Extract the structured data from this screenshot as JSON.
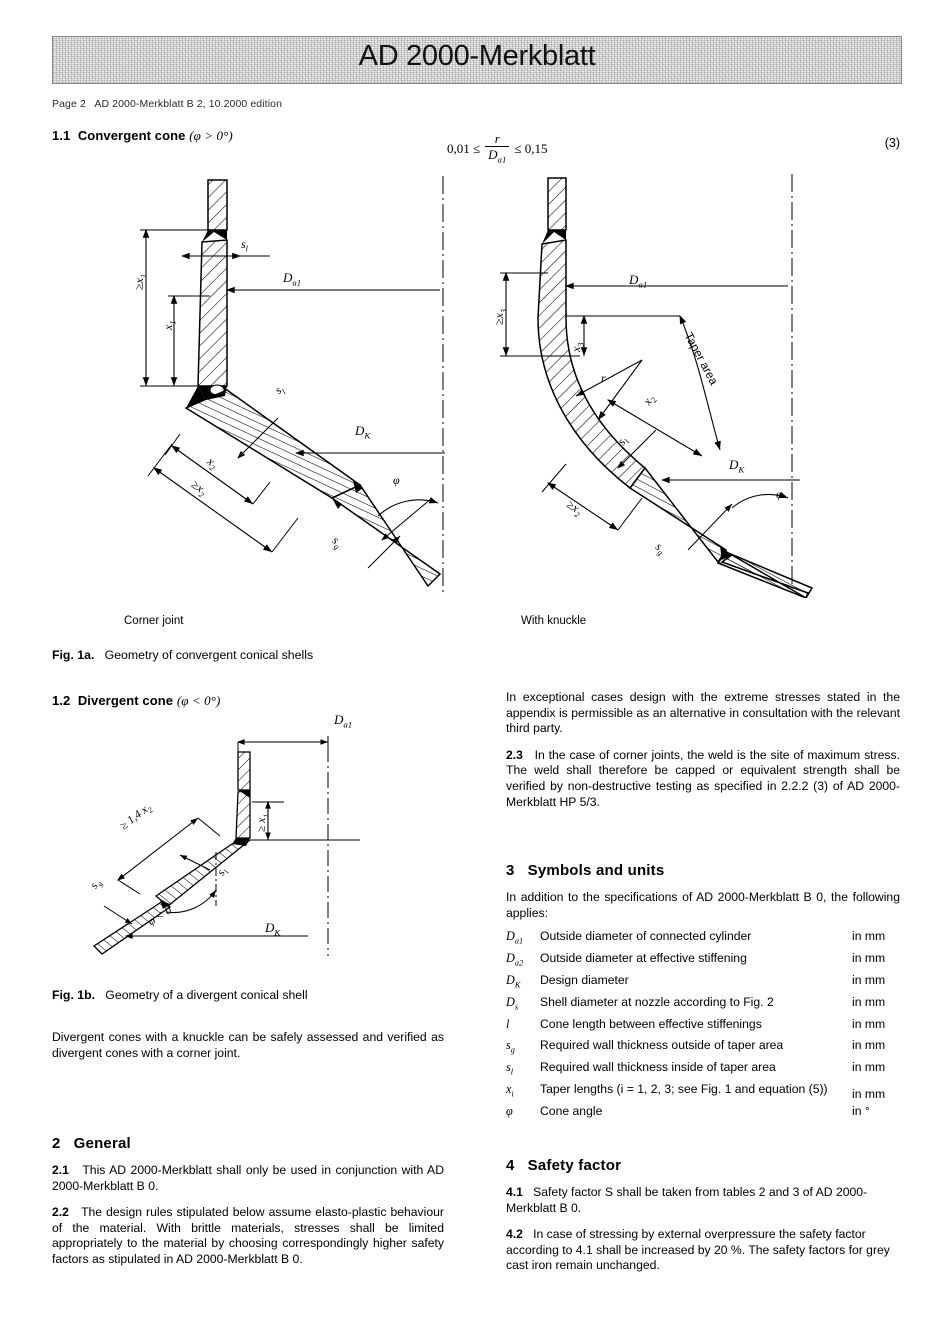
{
  "header": {
    "banner_title": "AD 2000-Merkblatt",
    "page_line": "Page 2   AD 2000-Merkblatt B 2, 10.2000 edition"
  },
  "section_1_1": {
    "number": "1.1",
    "title": "Convergent cone",
    "condition": "(φ > 0°)"
  },
  "equation_3": {
    "left": "0,01 ≤",
    "numerator": "r",
    "denominator": "D",
    "denominator_sub": "a1",
    "right": "≤ 0,15",
    "number": "(3)"
  },
  "figure_1a": {
    "caption_label": "Fig. 1a.",
    "caption_text": "Geometry of convergent conical shells",
    "sub_caption_left": "Corner joint",
    "sub_caption_right": "With knuckle",
    "labels_left": {
      "s_l": "s",
      "s_l_sub": "l",
      "d_a1": "D",
      "d_a1_sub": "a1",
      "ge_x1": "≥x",
      "ge_x1_sub": "1",
      "x1": "x",
      "x1_sub": "1",
      "s_l2": "s",
      "s_l2_sub": "l",
      "d_k": "D",
      "d_k_sub": "K",
      "x2": "x",
      "x2_sub": "2",
      "ge_x2": "≥x",
      "ge_x2_sub": "2",
      "s_g": "s",
      "s_g_sub": "g",
      "phi": "φ"
    },
    "labels_right": {
      "d_a1": "D",
      "d_a1_sub": "a1",
      "ge_x3": "≥x",
      "ge_x3_sub": "3",
      "x3": "x",
      "x3_sub": "3",
      "r": "r",
      "taper_area": "Taper area",
      "x2": "x",
      "x2_sub": "2",
      "s_l": "s",
      "s_l_sub": "l",
      "ge_x2": "≥x",
      "ge_x2_sub": "2",
      "d_k": "D",
      "d_k_sub": "K",
      "s_g": "s",
      "s_g_sub": "g",
      "phi": "φ"
    }
  },
  "section_1_2": {
    "number": "1.2",
    "title": "Divergent cone",
    "condition": "(φ < 0°)"
  },
  "figure_1b": {
    "caption_label": "Fig. 1b.",
    "caption_text": "Geometry of a divergent conical shell",
    "labels": {
      "d_a1": "D",
      "d_a1_sub": "a1",
      "ge_x1": "≥ x",
      "ge_x1_sub": "1",
      "ge_14x2": "≥ 1,4 x",
      "ge_14x2_sub": "2",
      "s_l": "s",
      "s_l_sub": "l",
      "s_g": "s",
      "s_g_sub": "g",
      "phi_lt_0": "φ < 0",
      "d_k": "D",
      "d_k_sub": "K"
    }
  },
  "left_column": {
    "divergent_note": "Divergent cones with a knuckle can be safely assessed and verified as divergent cones with a corner joint.",
    "section_2": {
      "number": "2",
      "title": "General",
      "paragraphs": [
        {
          "number": "2.1",
          "text": "This AD 2000-Merkblatt shall only be used in conjunction with AD 2000-Merkblatt B 0."
        },
        {
          "number": "2.2",
          "text": "The design rules stipulated below assume elasto-plastic behaviour of the material. With brittle materials, stresses shall be limited appropriately to the material by choosing correspondingly higher safety factors as stipulated in AD 2000-Merkblatt B 0."
        }
      ]
    }
  },
  "right_column": {
    "intro_paragraph": "In exceptional cases design with the extreme stresses stated in the appendix is permissible as an alternative in consultation with the relevant third party.",
    "paragraph_2_3": {
      "number": "2.3",
      "text": "In the case of corner joints, the weld is the site of maximum stress. The weld shall therefore be capped or equivalent strength shall be verified by non-destructive testing as specified in 2.2.2 (3) of AD 2000-Merkblatt HP 5/3."
    },
    "section_3": {
      "number": "3",
      "title": "Symbols and units",
      "intro": "In addition to the specifications of AD 2000-Merkblatt B 0, the following applies:",
      "symbols": [
        {
          "symbol": "D",
          "sub": "a1",
          "description": "Outside diameter of connected cylinder",
          "unit": "in mm"
        },
        {
          "symbol": "D",
          "sub": "a2",
          "description": "Outside diameter at effective stiffening",
          "unit": "in mm"
        },
        {
          "symbol": "D",
          "sub": "K",
          "description": "Design diameter",
          "unit": "in mm"
        },
        {
          "symbol": "D",
          "sub": "s",
          "description": "Shell diameter at nozzle according to Fig. 2",
          "unit": "in mm"
        },
        {
          "symbol": "l",
          "sub": "",
          "description": "Cone length between effective stiffenings",
          "unit": "in mm"
        },
        {
          "symbol": "s",
          "sub": "g",
          "description": "Required wall thickness outside of taper area",
          "unit": "in mm"
        },
        {
          "symbol": "s",
          "sub": "l",
          "description": "Required wall thickness inside of taper area",
          "unit": "in mm"
        },
        {
          "symbol": "x",
          "sub": "i",
          "description": "Taper lengths (i = 1, 2, 3; see Fig. 1 and equation (5))",
          "unit": "in mm"
        },
        {
          "symbol": "φ",
          "sub": "",
          "description": "Cone angle",
          "unit": "in °"
        }
      ]
    },
    "section_4": {
      "number": "4",
      "title": "Safety factor",
      "paragraphs": [
        {
          "number": "4.1",
          "text": "Safety factor S shall be taken from tables 2 and 3 of AD 2000-Merkblatt B 0."
        },
        {
          "number": "4.2",
          "text": "In case of stressing by external overpressure the safety factor according to 4.1 shall be increased by 20 %. The safety factors for grey cast iron remain unchanged."
        }
      ]
    }
  },
  "colors": {
    "ink": "#000000",
    "paper": "#ffffff",
    "banner_bg": "#ededed"
  }
}
